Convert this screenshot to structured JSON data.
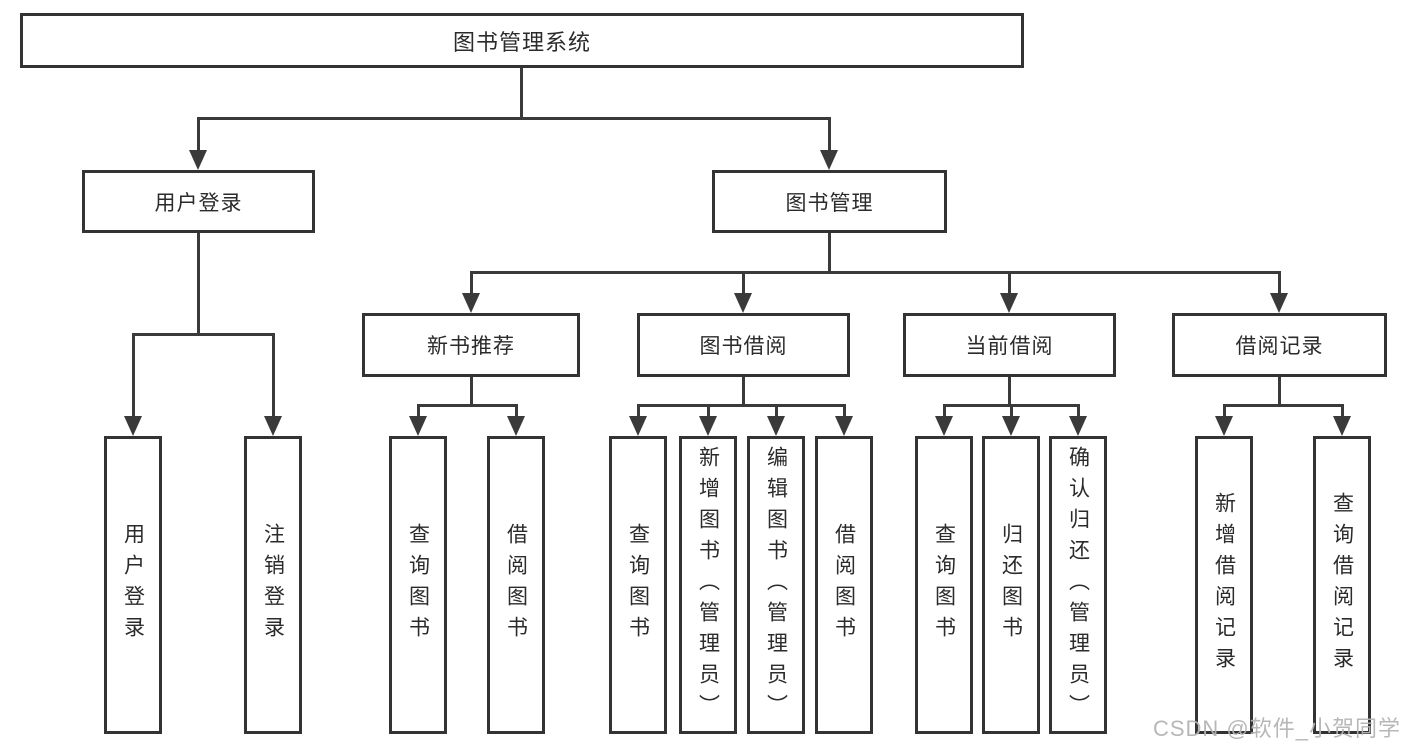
{
  "diagram_type": "hierarchy",
  "tree": {
    "root": {
      "label": "图书管理系统",
      "children": [
        {
          "label": "用户登录",
          "children": [
            {
              "label": "用户登录"
            },
            {
              "label": "注销登录"
            }
          ]
        },
        {
          "label": "图书管理",
          "children": [
            {
              "label": "新书推荐",
              "children": [
                {
                  "label": "查询图书"
                },
                {
                  "label": "借阅图书"
                }
              ]
            },
            {
              "label": "图书借阅",
              "children": [
                {
                  "label": "查询图书"
                },
                {
                  "label": "新增图书（管理员）"
                },
                {
                  "label": "编辑图书（管理员）"
                },
                {
                  "label": "借阅图书"
                }
              ]
            },
            {
              "label": "当前借阅",
              "children": [
                {
                  "label": "查询图书"
                },
                {
                  "label": "归还图书"
                },
                {
                  "label": "确认归还（管理员）"
                }
              ]
            },
            {
              "label": "借阅记录",
              "children": [
                {
                  "label": "新增借阅记录"
                },
                {
                  "label": "查询借阅记录"
                }
              ]
            }
          ]
        }
      ]
    }
  },
  "watermark": {
    "text": "CSDN @软件_小贺同学"
  },
  "colors": {
    "box_border": "#333333",
    "connector": "#3a3a3a",
    "text": "#2b2b2b",
    "watermark": "#b4b4b4",
    "background": "#ffffff"
  }
}
